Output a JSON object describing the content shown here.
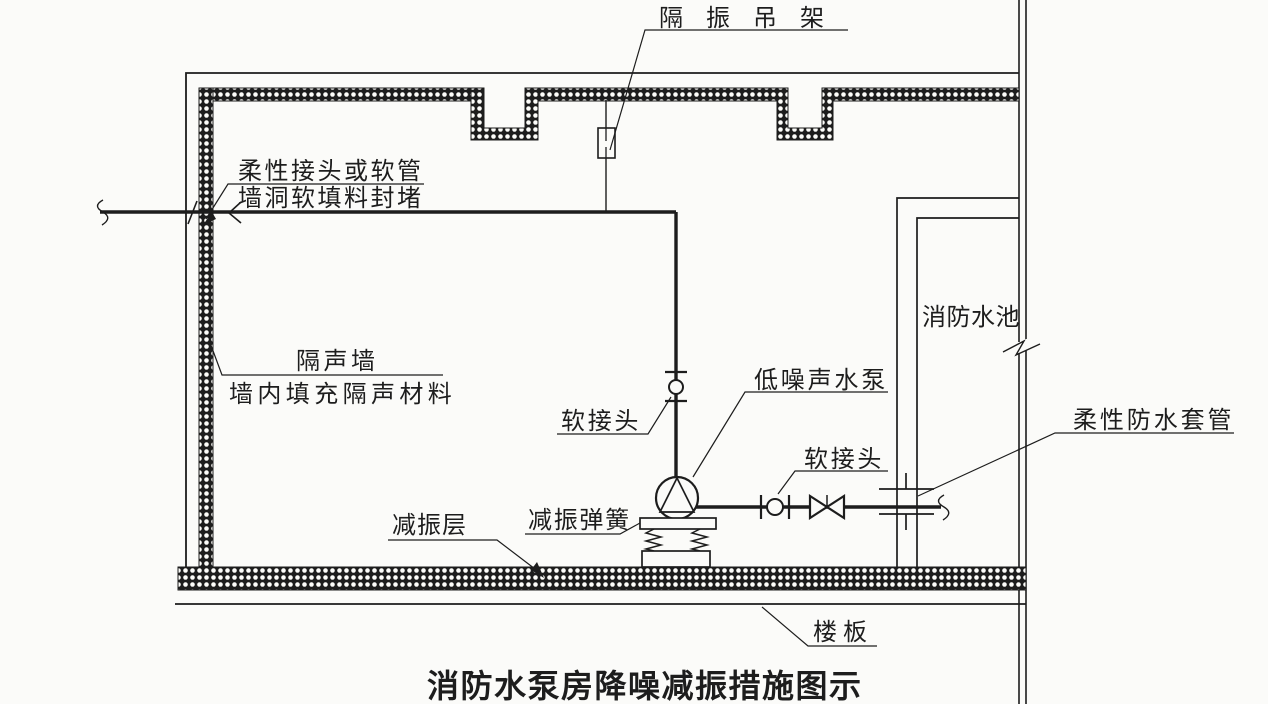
{
  "figure": {
    "title": "消防水泵房降噪减振措施图示",
    "labels": {
      "vibration_isolation_hanger": "隔振吊架",
      "flexible_joint_or_hose": "柔性接头或软管",
      "wall_opening_soft_packing_seal": "墙洞软填料封堵",
      "sound_insulation_wall": "隔声墙",
      "wall_filled_sound_insulation": "墙内填充隔声材料",
      "soft_joint_suction": "软接头",
      "low_noise_pump": "低噪声水泵",
      "fire_water_tank": "消防水池",
      "soft_joint_discharge": "软接头",
      "flexible_waterproof_sleeve": "柔性防水套管",
      "vibration_damping_layer": "减振层",
      "vibration_damping_spring": "减振弹簧",
      "floor_slab": "楼板"
    },
    "colors": {
      "line": "#1d1d1d",
      "background": "#fbfbf9",
      "hatch_dot": "#fdfdfa"
    }
  }
}
